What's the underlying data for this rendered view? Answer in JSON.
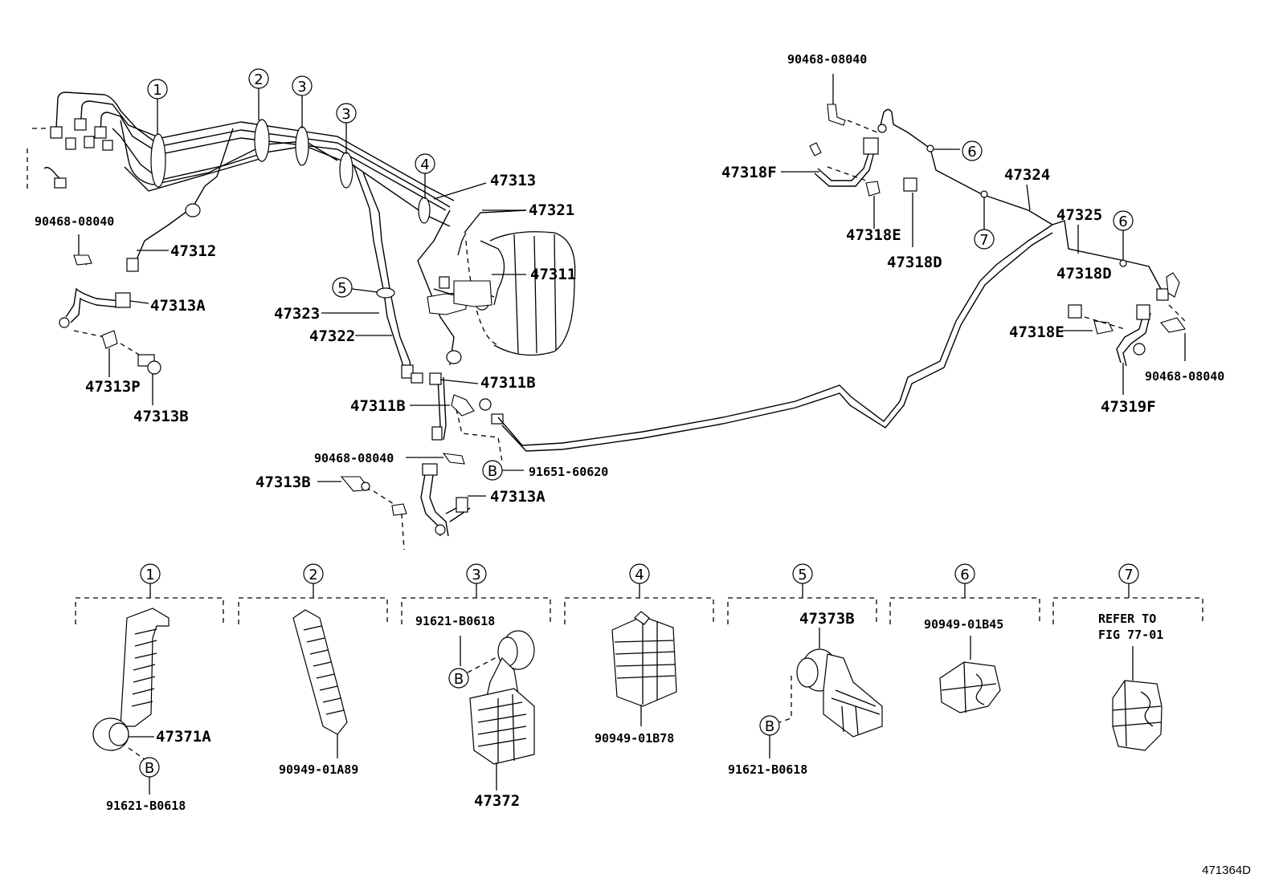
{
  "diagram": {
    "figure_id": "471364D",
    "parts": {
      "p90468_top_left": "90468-08040",
      "p47312": "47312",
      "p47313A_left": "47313A",
      "p47313P": "47313P",
      "p47313B_left": "47313B",
      "p47313": "47313",
      "p47321": "47321",
      "p47311": "47311",
      "p47323": "47323",
      "p47322": "47322",
      "p47311B_right": "47311B",
      "p47311B_left": "47311B",
      "p90468_mid": "90468-08040",
      "p91651": "91651-60620",
      "p47313B_mid": "47313B",
      "p47313A_mid": "47313A",
      "p90468_top_right": "90468-08040",
      "p47318F": "47318F",
      "p47318E_top": "47318E",
      "p47318D_top": "47318D",
      "p47324": "47324",
      "p47325": "47325",
      "p47318D_right": "47318D",
      "p47318E_right": "47318E",
      "p90468_right": "90468-08040",
      "p47319F": "47319F"
    },
    "callouts": [
      "1",
      "2",
      "3",
      "3",
      "4",
      "5",
      "6",
      "7",
      "6",
      "B"
    ],
    "legend": [
      {
        "num": "1",
        "parts": [
          "47371A",
          "91621-B0618"
        ],
        "ref": "B"
      },
      {
        "num": "2",
        "parts": [
          "90949-01A89"
        ]
      },
      {
        "num": "3",
        "parts": [
          "91621-B0618",
          "47372"
        ],
        "ref": "B"
      },
      {
        "num": "4",
        "parts": [
          "90949-01B78"
        ]
      },
      {
        "num": "5",
        "parts": [
          "47373B",
          "91621-B0618"
        ],
        "ref": "B"
      },
      {
        "num": "6",
        "parts": [
          "90949-01B45"
        ]
      },
      {
        "num": "7",
        "parts": [
          "REFER TO",
          "FIG 77-01"
        ]
      }
    ]
  }
}
